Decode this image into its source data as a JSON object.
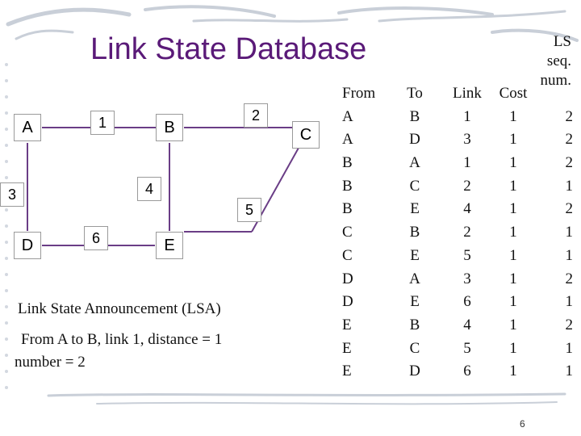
{
  "title": "Link State Database",
  "graph": {
    "nodes": {
      "a": "A",
      "b": "B",
      "c": "C",
      "d": "D",
      "e": "E"
    },
    "edge_labels": {
      "ab": "1",
      "bc": "2",
      "ad": "3",
      "be": "4",
      "ce": "5",
      "de": "6"
    }
  },
  "lsa": {
    "line1": "Link State Announcement  (LSA)",
    "line2": "From A to B, link 1, distance = 1",
    "line3": "number = 2"
  },
  "table": {
    "headers": {
      "from": "From",
      "to": "To",
      "link": "Link",
      "cost": "Cost",
      "ls1": "LS",
      "ls2": "seq.",
      "ls3": "num."
    },
    "rows": [
      {
        "from": "A",
        "to": "B",
        "link": "1",
        "cost": "1",
        "seq": "2"
      },
      {
        "from": "A",
        "to": "D",
        "link": "3",
        "cost": "1",
        "seq": "2"
      },
      {
        "from": "B",
        "to": "A",
        "link": "1",
        "cost": "1",
        "seq": "2"
      },
      {
        "from": "B",
        "to": "C",
        "link": "2",
        "cost": "1",
        "seq": "1"
      },
      {
        "from": "B",
        "to": "E",
        "link": "4",
        "cost": "1",
        "seq": "2"
      },
      {
        "from": "C",
        "to": "B",
        "link": "2",
        "cost": "1",
        "seq": "1"
      },
      {
        "from": "C",
        "to": "E",
        "link": "5",
        "cost": "1",
        "seq": "1"
      },
      {
        "from": "D",
        "to": "A",
        "link": "3",
        "cost": "1",
        "seq": "2"
      },
      {
        "from": "D",
        "to": "E",
        "link": "6",
        "cost": "1",
        "seq": "1"
      },
      {
        "from": "E",
        "to": "B",
        "link": "4",
        "cost": "1",
        "seq": "2"
      },
      {
        "from": "E",
        "to": "C",
        "link": "5",
        "cost": "1",
        "seq": "1"
      },
      {
        "from": "E",
        "to": "D",
        "link": "6",
        "cost": "1",
        "seq": "1"
      }
    ]
  },
  "page_number": "6",
  "colors": {
    "title": "#5a1a78",
    "edge": "#6a3d86",
    "decor": "#c9cfd8"
  }
}
